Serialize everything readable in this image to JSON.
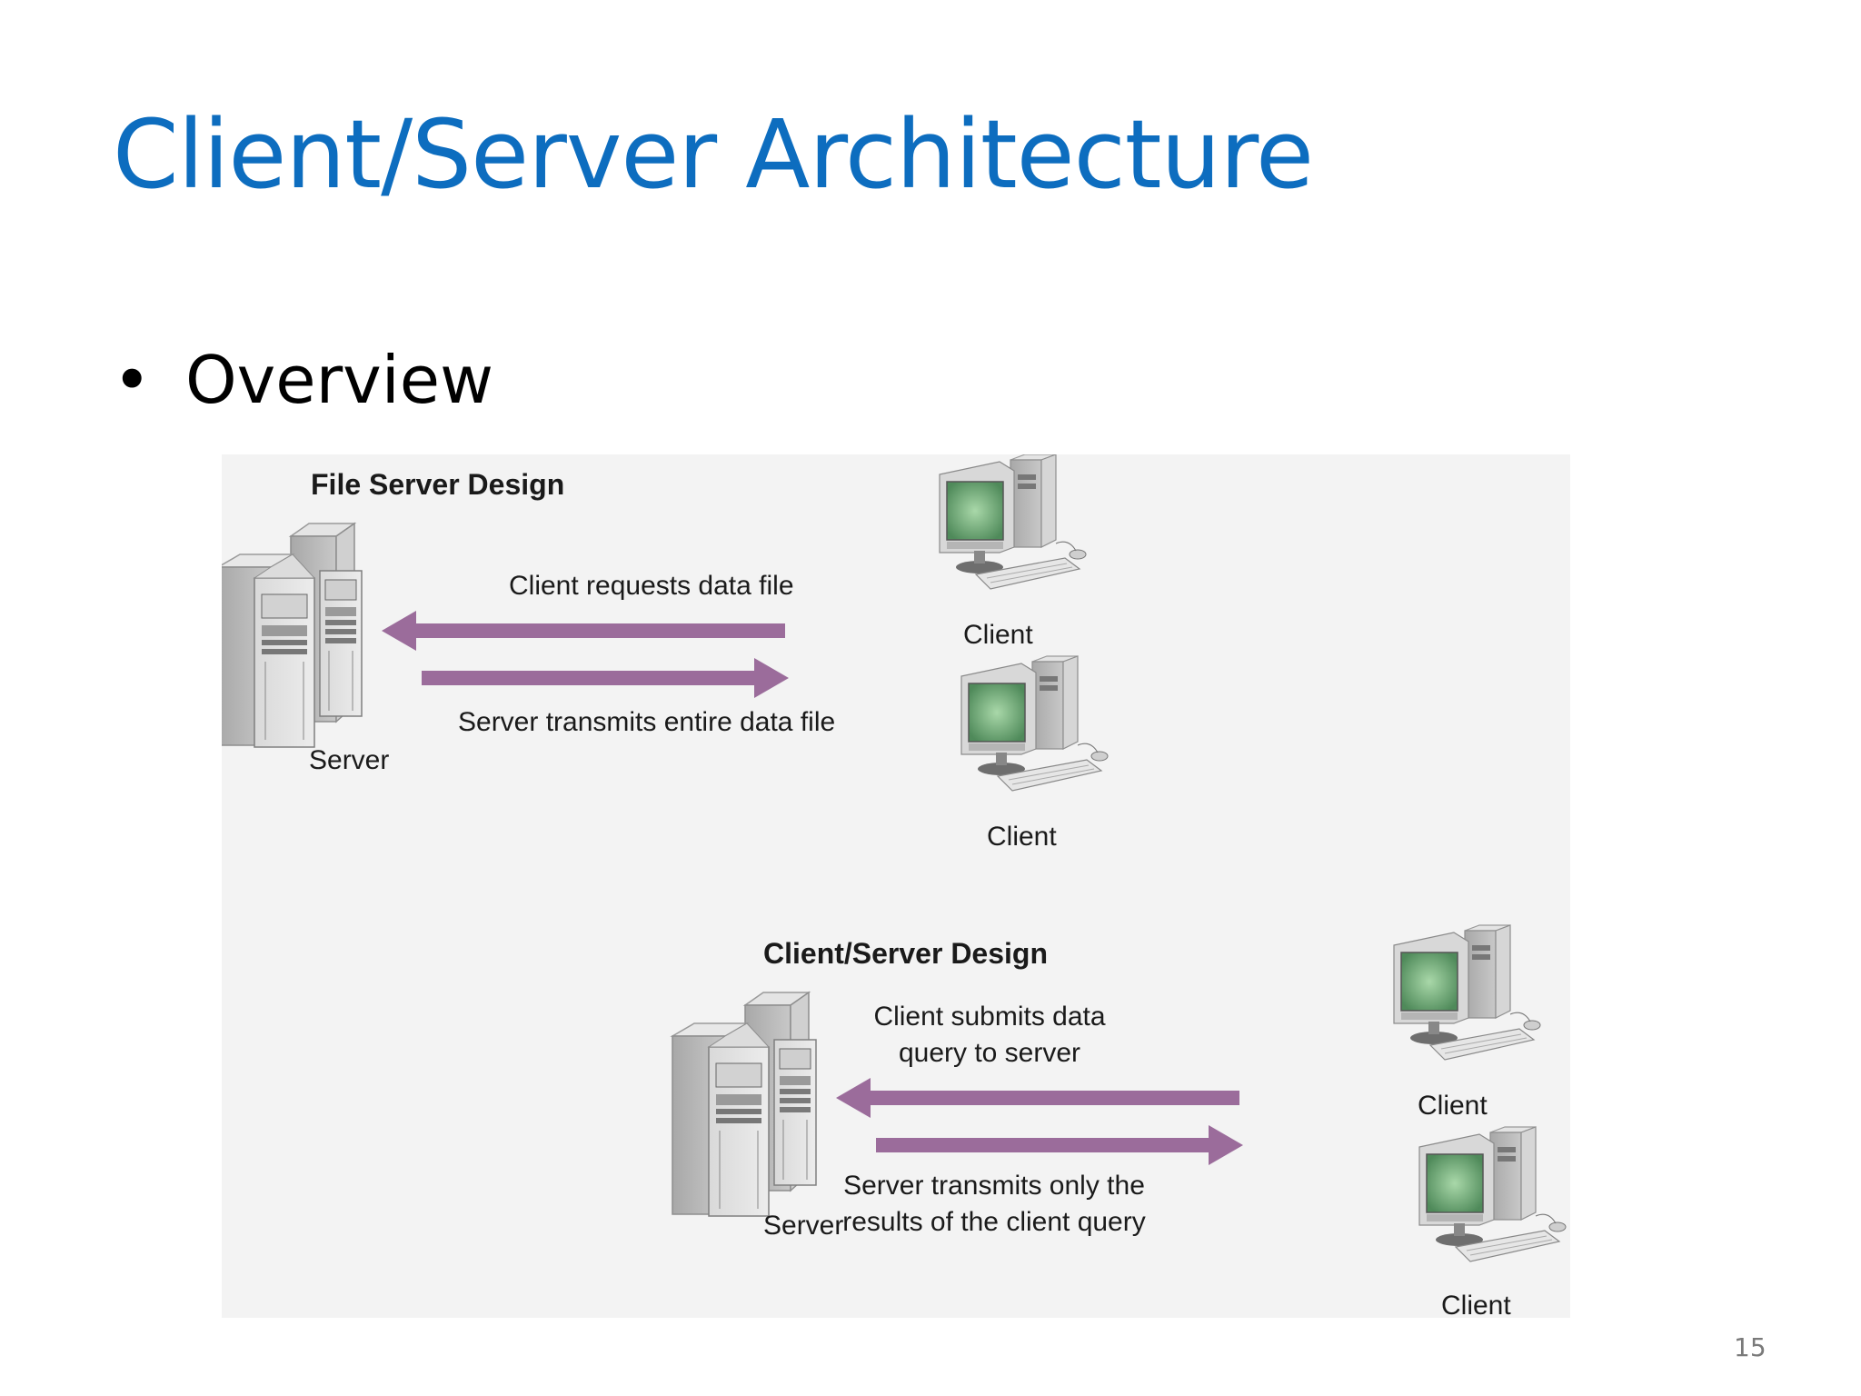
{
  "slide": {
    "title": "Client/Server Architecture",
    "bullet": "Overview",
    "page_number": "15"
  },
  "diagram": {
    "file_server": {
      "heading": "File Server Design",
      "server_label": "Server",
      "request_label": "Client requests data file",
      "response_label": "Server transmits entire data file",
      "client_label_1": "Client",
      "client_label_2": "Client"
    },
    "client_server": {
      "heading": "Client/Server Design",
      "server_label": "Server",
      "request_line_1": "Client submits data",
      "request_line_2": "query to server",
      "response_line_1": "Server transmits only the",
      "response_line_2": "results of the client query",
      "client_label_1": "Client",
      "client_label_2": "Client"
    }
  },
  "colors": {
    "title": "#0d6dbf",
    "arrow": "#9b6c9b",
    "figure_background": "#f3f3f3"
  }
}
